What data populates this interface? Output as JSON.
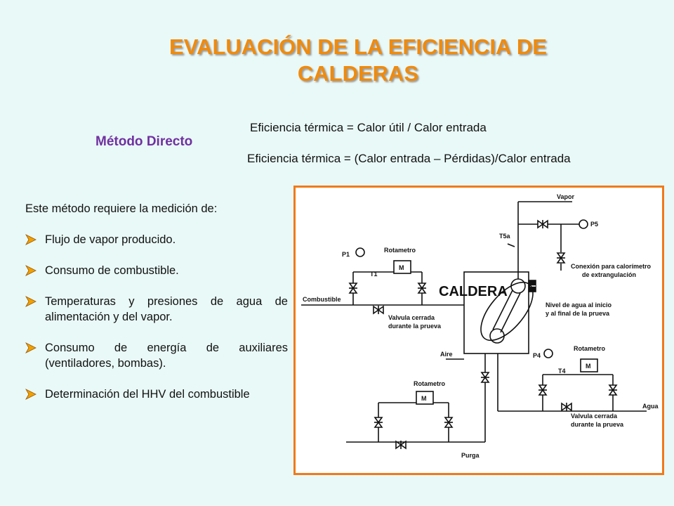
{
  "title_line1": "EVALUACIÓN DE LA EFICIENCIA DE",
  "title_line2": "CALDERAS",
  "method_label": "Método Directo",
  "equation1": "Eficiencia térmica = Calor útil  / Calor entrada",
  "equation2": "Eficiencia térmica = (Calor entrada – Pérdidas)/Calor entrada",
  "intro": "Este método requiere la medición de:",
  "bullets": [
    "Flujo de vapor producido.",
    "Consumo de combustible.",
    "Temperaturas y presiones de agua de alimentación y del vapor.",
    "Consumo de energía de auxiliares (ventiladores, bombas).",
    "Determinación del HHV del combustible"
  ],
  "colors": {
    "title": "#f08a0c",
    "method": "#7030a0",
    "frame_border": "#f07a1a",
    "bullet_arrow": "#f0a000",
    "background": "#e9f9f7"
  },
  "diagram": {
    "caldera": "CALDERA",
    "vapor": "Vapor",
    "p5": "P5",
    "t5a": "T5a",
    "p1": "P1",
    "t1": "T1",
    "rotametro_top": "Rotametro",
    "m": "M",
    "conexion_1": "Conexión para calorímetro",
    "conexion_2": "de extrangulación",
    "combustible": "Combustible",
    "valvula_1": "Valvula cerrada",
    "valvula_2": "durante la prueva",
    "nivel_1": "Nivel de agua al inicio",
    "nivel_2": "y al final de la prueva",
    "aire": "Aire",
    "p4": "P4",
    "t4": "T4",
    "rotametro_right": "Rotametro",
    "rotametro_bottom": "Rotametro",
    "agua": "Agua",
    "valvula_r1": "Valvula cerrada",
    "valvula_r2": "durante la prueva",
    "purga": "Purga"
  }
}
